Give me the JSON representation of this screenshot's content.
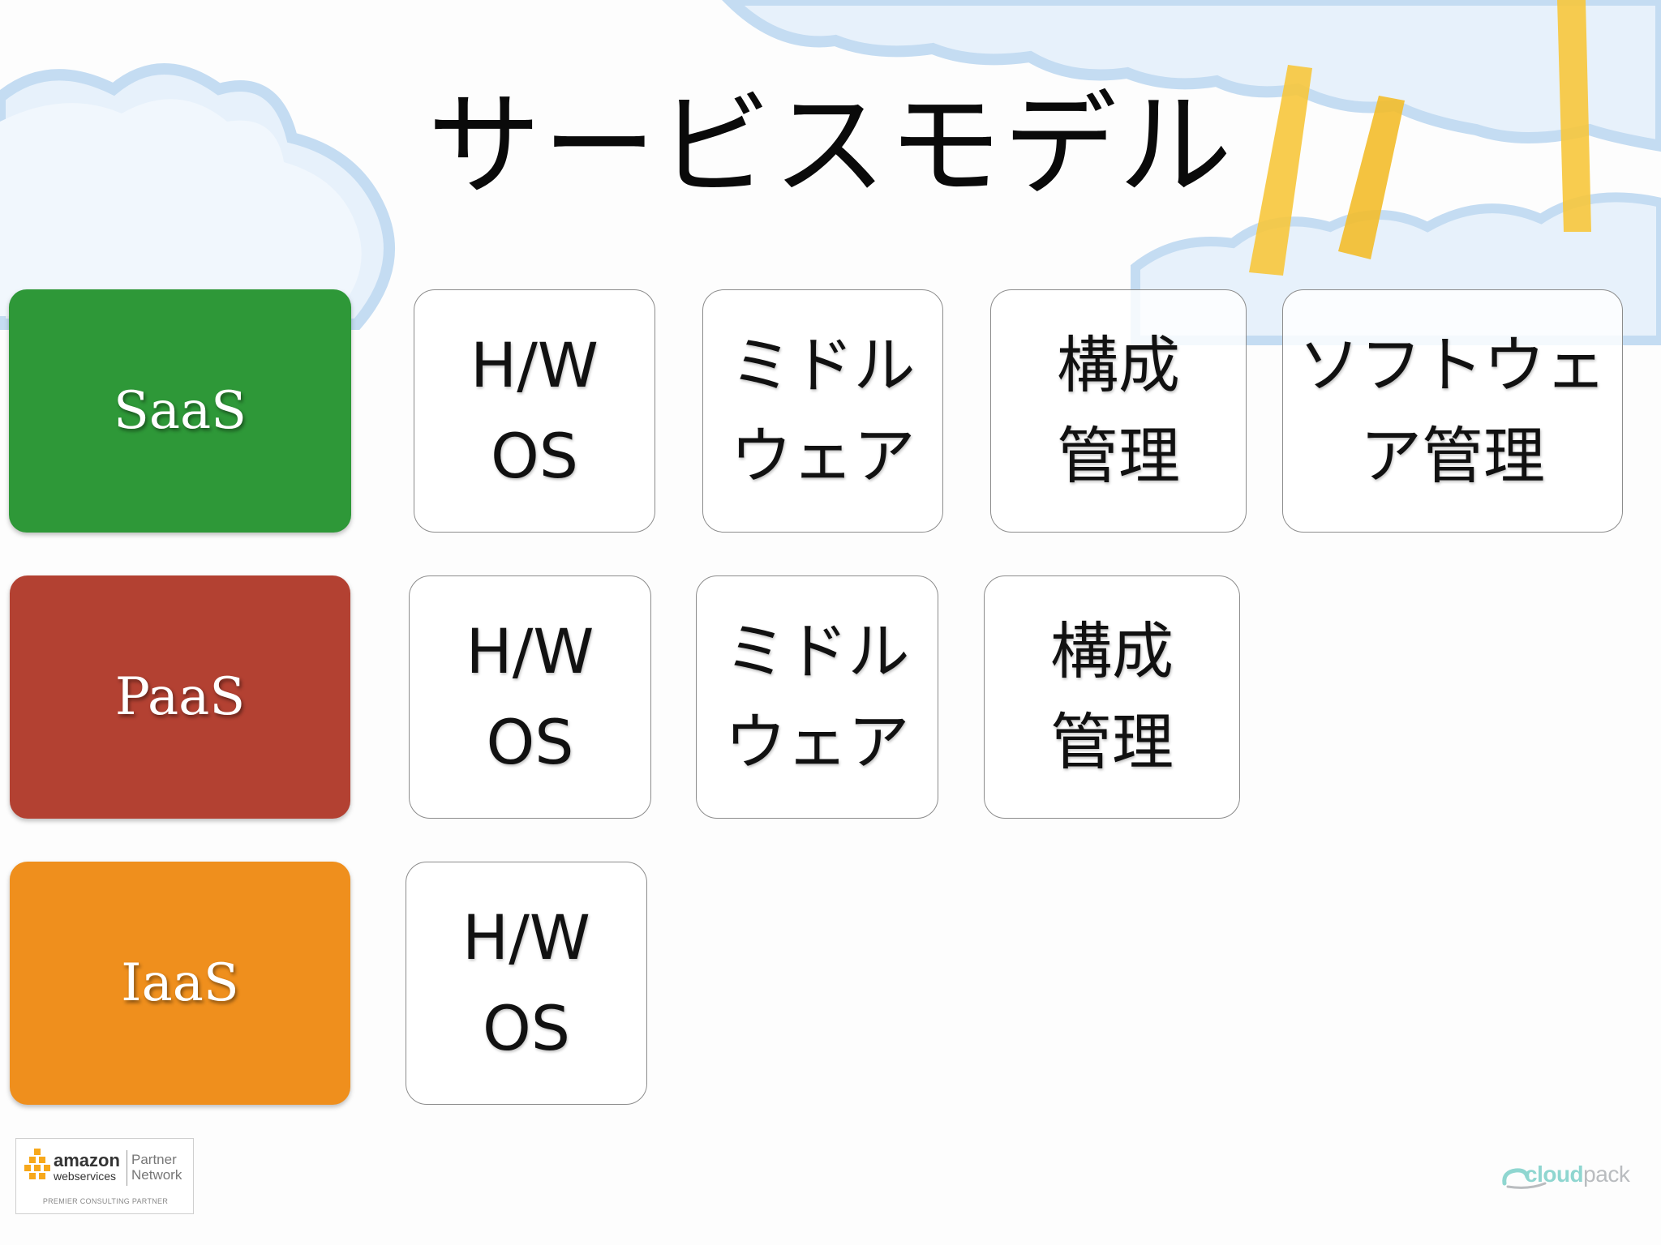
{
  "slide": {
    "title": "サービスモデル"
  },
  "colors": {
    "saas": "#2e9838",
    "paas": "#b34132",
    "iaas": "#ef8f1d",
    "cloud_fill": "#e8f2fb",
    "cloud_edge": "#bcd8f2",
    "ray": "#f7c63c"
  },
  "models": [
    {
      "label": "SaaS",
      "layers": [
        {
          "line1": "H/W",
          "line2": "OS"
        },
        {
          "line1": "ミドル",
          "line2": "ウェア"
        },
        {
          "line1": "構成",
          "line2": "管理"
        },
        {
          "line1": "ソフトウェ",
          "line2": "ア管理"
        }
      ]
    },
    {
      "label": "PaaS",
      "layers": [
        {
          "line1": "H/W",
          "line2": "OS"
        },
        {
          "line1": "ミドル",
          "line2": "ウェア"
        },
        {
          "line1": "構成",
          "line2": "管理"
        }
      ]
    },
    {
      "label": "IaaS",
      "layers": [
        {
          "line1": "H/W",
          "line2": "OS"
        }
      ]
    }
  ],
  "footer": {
    "aws": {
      "brand": "amazon",
      "sub": "webservices",
      "partner_line1": "Partner",
      "partner_line2": "Network",
      "tagline": "PREMIER CONSULTING PARTNER",
      "icon": "aws-cubes-icon"
    },
    "cloudpack": {
      "brand_a": "cloud",
      "brand_b": "pack",
      "icon": "cloudpack-swoosh-icon"
    }
  }
}
